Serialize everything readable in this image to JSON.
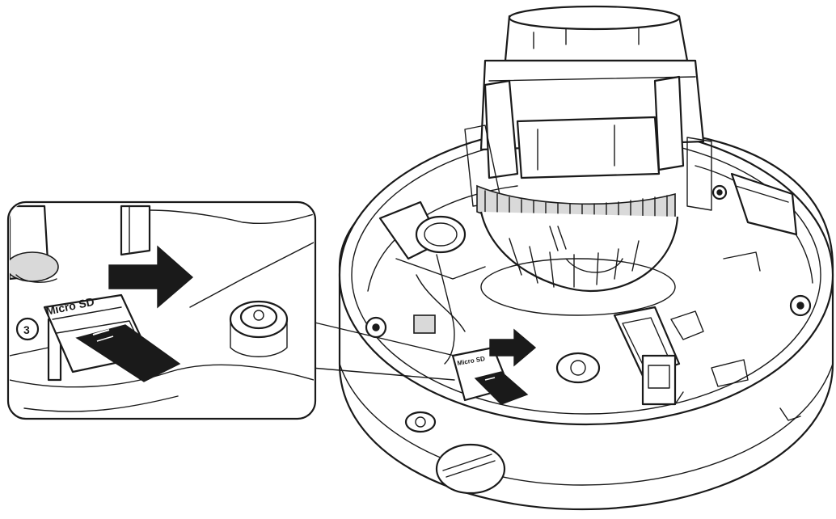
{
  "figure": {
    "slot_label_callout": "Micro SD",
    "slot_label_main": "Micro SD",
    "callout_number": "3"
  },
  "colors": {
    "line": "#1a1a1a",
    "background": "#ffffff",
    "shade": "#d9d9d9"
  },
  "icons": {
    "insert_arrow": "arrow-right-icon",
    "card": "microsd-card-icon"
  }
}
